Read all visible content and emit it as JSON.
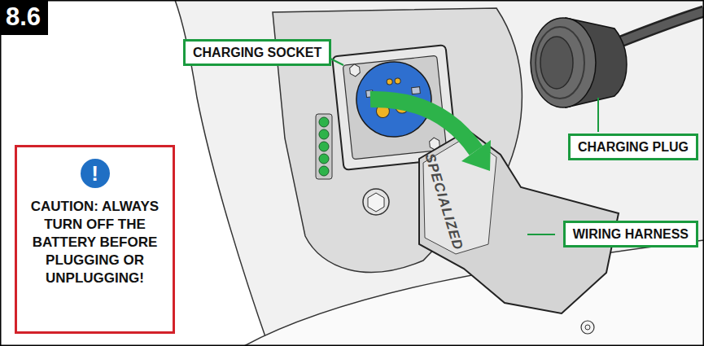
{
  "diagram": {
    "nodes": [
      {
        "text": [
          "8.6"
        ]
      },
      {
        "text": [
          "CHARGING SOCKET"
        ]
      },
      {
        "text": [
          "CHARGING PLUG"
        ]
      },
      {
        "text": [
          "WIRING HARNESS"
        ]
      },
      {
        "text": [
          "CAUTION: ALWAYS TURN OFF THE BATTERY BEFORE PLUGGING OR UNPLUGGING!"
        ]
      },
      {
        "text": [
          "!"
        ],
        "in": 4
      }
    ],
    "labels": [
      "SPECIALIZED"
    ]
  }
}
